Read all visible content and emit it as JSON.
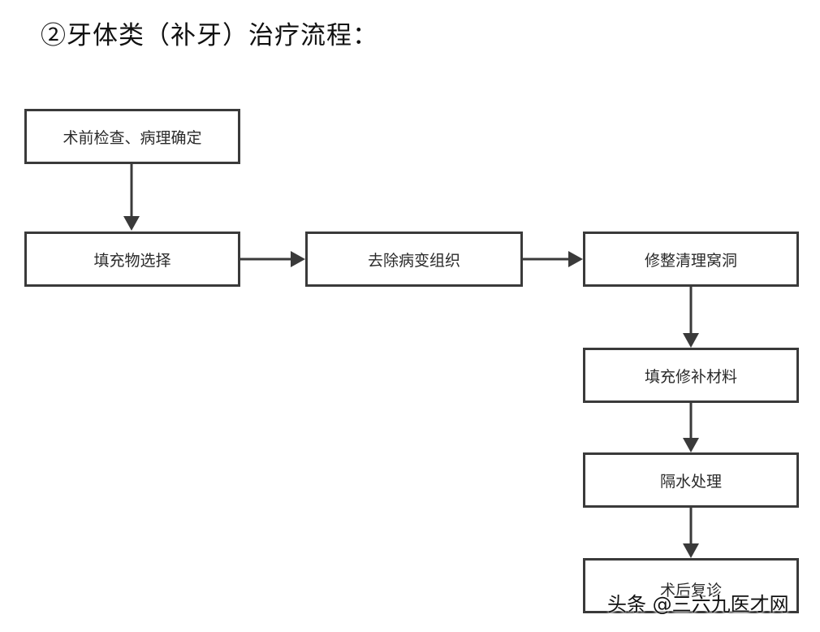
{
  "title": "②牙体类（补牙）治疗流程：",
  "nodes": {
    "step1": "术前检查、病理确定",
    "step2": "填充物选择",
    "step3": "去除病变组织",
    "step4": "修整清理窝洞",
    "step5": "填充修补材料",
    "step6": "隔水处理",
    "step7": "术后复诊"
  },
  "watermark": "头条 @三六九医才网",
  "colors": {
    "border": "#3a3a3a",
    "arrow": "#3a3a3a",
    "text": "#2a2a2a",
    "background": "#ffffff"
  }
}
